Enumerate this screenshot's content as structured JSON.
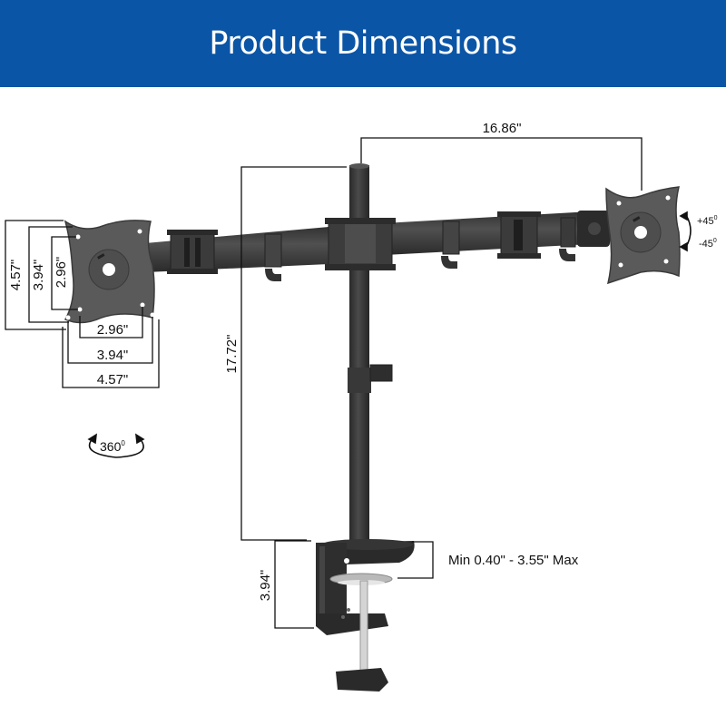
{
  "header": {
    "title": "Product Dimensions",
    "background_color": "#0b55a6",
    "text_color": "#ffffff"
  },
  "dimensions": {
    "arm_span": "16.86\"",
    "pole_height": "17.72\"",
    "clamp_height": "3.94\"",
    "desk_thickness": "Min 0.40\" - 3.55\" Max",
    "vesa_vertical_outer": "4.57\"",
    "vesa_vertical_middle": "3.94\"",
    "vesa_vertical_inner": "2.96\"",
    "vesa_horizontal_inner": "2.96\"",
    "vesa_horizontal_middle": "3.94\"",
    "vesa_horizontal_outer": "4.57\""
  },
  "rotation": {
    "tilt_up": "+45",
    "tilt_down": "-45",
    "swivel": "360",
    "degree_symbol": "0"
  },
  "colors": {
    "product": "#3a3a3a",
    "product_light": "#555555",
    "dimension_lines": "#111111"
  }
}
